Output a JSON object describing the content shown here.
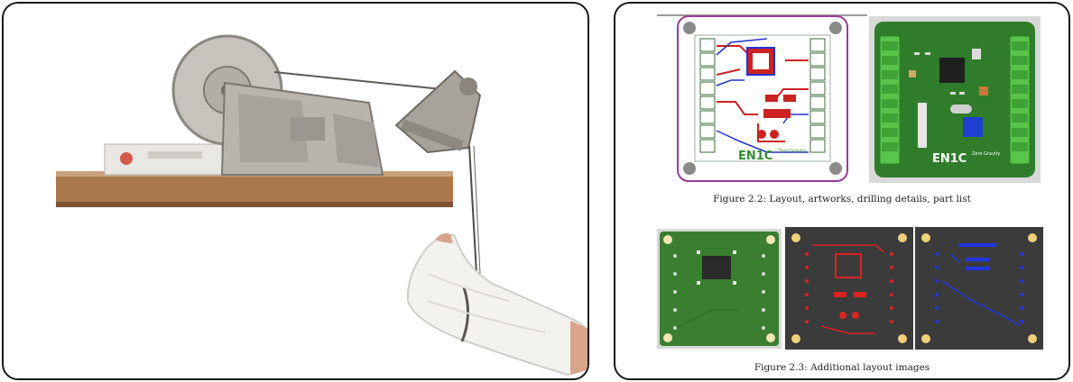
{
  "left_photo": {
    "subject": "winch-traction-device-with-leg-cast"
  },
  "right_panel": {
    "figure_2_2": {
      "caption": "Figure 2.2: Layout, artworks, drilling details, part list",
      "left_image": {
        "logo_text": "EN1C",
        "logo_sub": "Zero Gravity",
        "outline_color": "#9a3c9a"
      },
      "right_image": {
        "logo_text": "EN1C",
        "logo_sub": "Zero Gravity",
        "board_color": "#2f7d2a"
      }
    },
    "figure_2_3": {
      "caption": "Figure 2.3: Additional layout images",
      "images": [
        {
          "variant": "green"
        },
        {
          "variant": "red"
        },
        {
          "variant": "blue"
        }
      ]
    }
  }
}
